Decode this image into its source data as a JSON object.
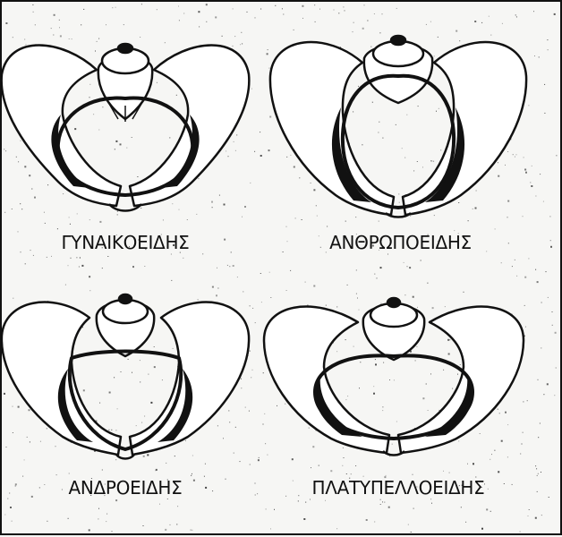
{
  "figure": {
    "panels": [
      {
        "caption": "ΓΥΝΑΙΚΟΕΙΔΗΣ"
      },
      {
        "caption": "ΑΝΘΡΩΠΟΕΙΔΗΣ"
      },
      {
        "caption": "ΑΝΔΡΟΕΙΔΗΣ"
      },
      {
        "caption": "ΠΛΑΤΥΠΕΛΛΟΕΙΔΗΣ"
      }
    ],
    "colors": {
      "ink": "#111111",
      "bone_fill": "#ffffff",
      "paper": "#f6f6f4"
    }
  }
}
